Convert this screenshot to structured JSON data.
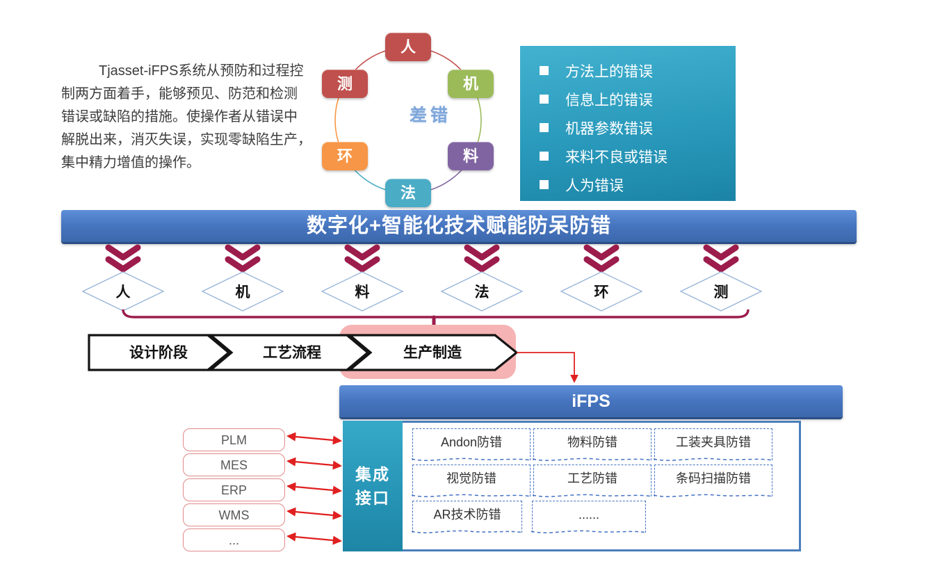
{
  "intro": {
    "lines": [
      "Tjasset-iFPS系统从预防和过程控",
      "制两方面着手，能够预见、防范和检测",
      "错误或缺陷的措施。使操作者从错误中",
      "解脱出来，消灭失误，实现零缺陷生产，",
      "集中精力增值的操作。"
    ]
  },
  "cause_circle": {
    "center_label": "差错",
    "nodes": [
      {
        "label": "人",
        "color": "#C0504D"
      },
      {
        "label": "机",
        "color": "#9BBB59"
      },
      {
        "label": "料",
        "color": "#8064A2"
      },
      {
        "label": "法",
        "color": "#4BACC6"
      },
      {
        "label": "环",
        "color": "#F79646"
      },
      {
        "label": "测",
        "color": "#C0504D"
      }
    ]
  },
  "error_panel": {
    "items": [
      "方法上的错误",
      "信息上的错误",
      "机器参数错误",
      "来料不良或错误",
      "人为错误"
    ]
  },
  "main_banner": {
    "title": "数字化+智能化技术赋能防呆防错"
  },
  "factors": [
    "人",
    "机",
    "料",
    "法",
    "环",
    "测"
  ],
  "process_flow": {
    "stages": [
      "设计阶段",
      "工艺流程",
      "生产制造"
    ],
    "highlighted_stage": "生产制造"
  },
  "ifps_banner": {
    "title": "iFPS"
  },
  "integration": {
    "systems": [
      "PLM",
      "MES",
      "ERP",
      "WMS",
      "..."
    ],
    "interface_label": "集成接口",
    "interface_lines": [
      "集成",
      "接口"
    ],
    "modules": [
      "Andon防错",
      "物料防错",
      "工装夹具防错",
      "视觉防错",
      "工艺防错",
      "条码扫描防错",
      "AR技术防错",
      "......"
    ]
  },
  "colors": {
    "node_red": "#C0504D",
    "node_green": "#9BBB59",
    "node_purple": "#8064A2",
    "node_cyan": "#4BACC6",
    "node_orange": "#F79646",
    "teal_panel": "#2A9ABC",
    "banner_blue": "#4674BE",
    "maroon_chevron": "#9C1C4C",
    "diamond_border": "#95B3D7",
    "pink_highlight": "#F5B3B3",
    "red_arrow": "#E02020",
    "module_dashed_border": "#4472C4",
    "system_box_border": "#E08989",
    "center_label_blue": "#7EA6DA"
  }
}
